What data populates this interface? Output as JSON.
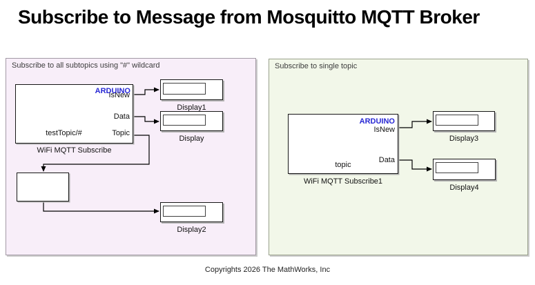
{
  "title": "Subscribe to Message from Mosquitto MQTT Broker",
  "footer": "Copyrights 2026 The MathWorks, Inc",
  "colors": {
    "area_left_bg": "#f8eef9",
    "area_right_bg": "#f2f7e9",
    "arduino_blue": "#2727d4",
    "block_border": "#151515"
  },
  "areas": {
    "left": {
      "label": "Subscribe to all subtopics using \"#\" wildcard"
    },
    "right": {
      "label": "Subscribe to single topic"
    }
  },
  "blocks": {
    "subscribe": {
      "brand": "ARDUINO",
      "port_isnew": "IsNew",
      "port_data": "Data",
      "port_topic": "Topic",
      "param": "testTopic/#",
      "name": "WiFi MQTT Subscribe"
    },
    "subscribe1": {
      "brand": "ARDUINO",
      "port_isnew": "IsNew",
      "port_data": "Data",
      "param": "topic",
      "name": "WiFi MQTT Subscribe1"
    },
    "display1": {
      "name": "Display1"
    },
    "display": {
      "name": "Display"
    },
    "display2": {
      "name": "Display2"
    },
    "display3": {
      "name": "Display3"
    },
    "display4": {
      "name": "Display4"
    }
  }
}
